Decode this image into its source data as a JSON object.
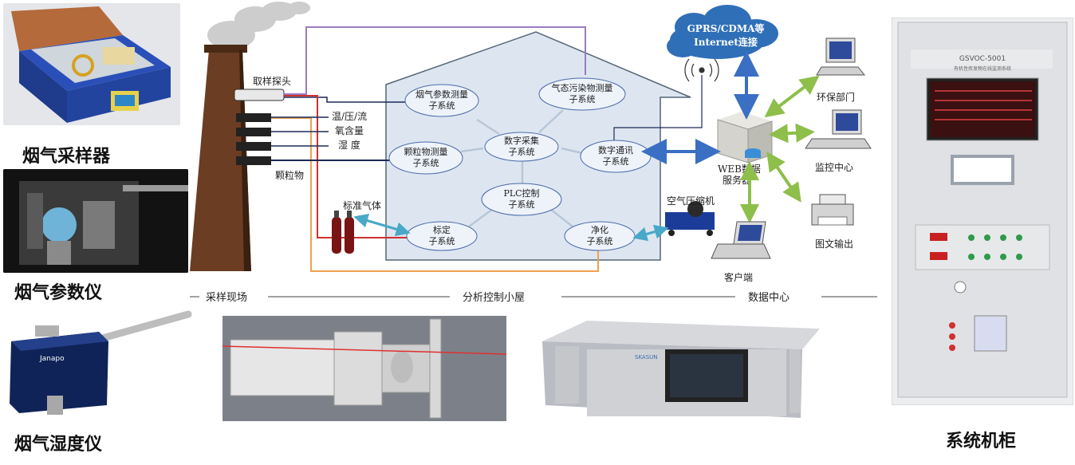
{
  "products": {
    "sampler": {
      "caption": "烟气采样器"
    },
    "param_meter": {
      "caption": "烟气参数仪"
    },
    "humidity_meter": {
      "caption": "烟气湿度仪",
      "brand": "Janapo"
    },
    "cabinet": {
      "caption": "系统机柜",
      "model": "GSVOC-5001",
      "subtitle": "有机性挥发物在线监测系统"
    },
    "analyzer": {
      "brand": "SKASUN"
    }
  },
  "diagram": {
    "stack": {
      "probe_label": "取样探头",
      "measure_label_1": "温/压/流",
      "measure_label_2": "氧含量",
      "measure_label_3": "湿 度",
      "particle_label": "颗粒物"
    },
    "house_nodes": {
      "flue_param": [
        "烟气参数测量",
        "子系统"
      ],
      "gas_pollutant": [
        "气态污染物测量",
        "子系统"
      ],
      "data_acq": [
        "数字采集",
        "子系统"
      ],
      "particle": [
        "颗粒物测量",
        "子系统"
      ],
      "data_comm": [
        "数字通讯",
        "子系统"
      ],
      "plc": [
        "PLC控制",
        "子系统"
      ],
      "calibration": [
        "标定",
        "子系统"
      ],
      "purification": [
        "净化",
        "子系统"
      ]
    },
    "std_gas": "标准气体",
    "compressor": "空气压缩机",
    "network": [
      "GPRS/CDMA等",
      "Internet连接"
    ],
    "server": [
      "WEB数据",
      "服务器"
    ],
    "clients": {
      "env_dept": "环保部门",
      "monitor_center": "监控中心",
      "print_output": "图文输出",
      "client_end": "客户端"
    },
    "sections": {
      "field": "采样现场",
      "control_room": "分析控制小屋",
      "data_center": "数据中心"
    }
  },
  "colors": {
    "house_fill": "#dde6f0",
    "house_stroke": "#556677",
    "node_fill": "#eef3fa",
    "node_stroke": "#4a6aa8",
    "blue_arrow": "#3a6fc4",
    "green_arrow": "#8dbf4a",
    "cyan_arrow": "#48a8c8",
    "purple_line": "#9a7cc0",
    "red_line": "#d03030",
    "orange_line": "#f0a050",
    "dark_line": "#1d2a55"
  }
}
